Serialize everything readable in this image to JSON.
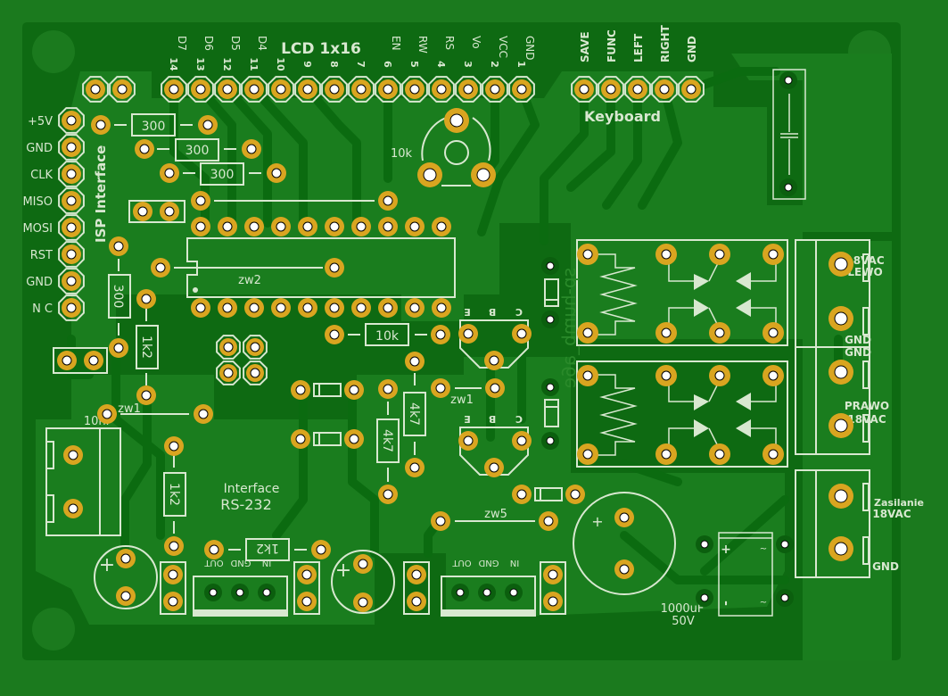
{
  "board": {
    "colors": {
      "board_edge": "#1b7a1e",
      "copper_pour": "#0e6a12",
      "trace": "#1a7d1e",
      "pad": "#d9a520",
      "silkscreen": "#d8e8d0",
      "drill": "#ffffff"
    }
  },
  "lcd_header": {
    "title": "LCD 1x16",
    "pins": [
      {
        "num": "14",
        "name": "D7"
      },
      {
        "num": "13",
        "name": "D6"
      },
      {
        "num": "12",
        "name": "D5"
      },
      {
        "num": "11",
        "name": "D4"
      },
      {
        "num": "10",
        "name": ""
      },
      {
        "num": "9",
        "name": ""
      },
      {
        "num": "8",
        "name": ""
      },
      {
        "num": "7",
        "name": ""
      },
      {
        "num": "6",
        "name": "EN"
      },
      {
        "num": "5",
        "name": "RW"
      },
      {
        "num": "4",
        "name": "RS"
      },
      {
        "num": "3",
        "name": "Vo"
      },
      {
        "num": "2",
        "name": "VCC"
      },
      {
        "num": "1",
        "name": "GND"
      }
    ]
  },
  "keyboard_header": {
    "title": "Keyboard",
    "pins": [
      "SAVE",
      "FUNC",
      "LEFT",
      "RIGHT",
      "GND"
    ]
  },
  "isp_header": {
    "title": "ISP Interface",
    "pins": [
      "+5V",
      "GND",
      "CLK",
      "MISO",
      "MOSI",
      "RST",
      "GND",
      "N C"
    ]
  },
  "components": {
    "resistors": [
      {
        "id": "r300a",
        "value": "300"
      },
      {
        "id": "r300b",
        "value": "300"
      },
      {
        "id": "r300c",
        "value": "300"
      },
      {
        "id": "r300v",
        "value": "300"
      },
      {
        "id": "r1k2a",
        "value": "1k2"
      },
      {
        "id": "r1k2b",
        "value": "1k2"
      },
      {
        "id": "r1k2c",
        "value": "1k2"
      },
      {
        "id": "r10k",
        "value": "10k"
      },
      {
        "id": "r4k7a",
        "value": "4k7"
      },
      {
        "id": "r4k7b",
        "value": "4k7"
      }
    ],
    "potentiometer": {
      "value": "10k"
    },
    "ic": {
      "label": "zw2"
    },
    "jumpers": [
      "zw1",
      "zw1",
      "zw5"
    ],
    "capacitor_film": {
      "value": "10nF"
    },
    "capacitor_main": {
      "value": "1000uF",
      "voltage": "50V"
    },
    "transistor_pins": [
      "E",
      "B",
      "C"
    ],
    "regulator_pins": [
      "OUT",
      "GND",
      "IN"
    ],
    "bridge_marks": [
      "+",
      "~",
      "-",
      "~"
    ],
    "elcap_plus": "+"
  },
  "rs232": {
    "line1": "Interface",
    "line2": "RS-232"
  },
  "terminals": [
    {
      "label_top": "18VAC",
      "label_bottom": "LEWO",
      "label_gnd": "GND"
    },
    {
      "label_top": "GND",
      "label_bottom": "PRAWO",
      "label_gnd": "18VAC"
    },
    {
      "label_top": "Zasilanie",
      "label_bottom": "18VAC",
      "label_gnd": "GND"
    }
  ],
  "mirrored_text": "sp-humb_a6e"
}
